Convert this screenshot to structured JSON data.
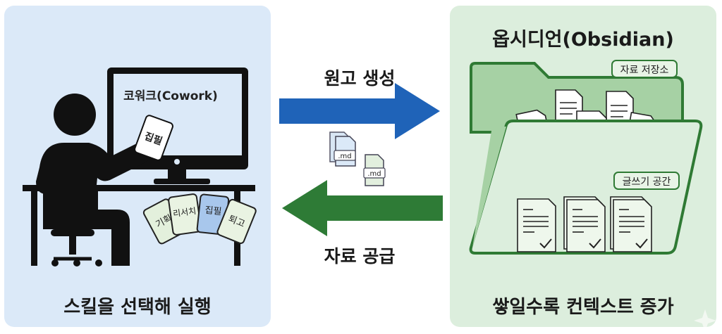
{
  "left": {
    "monitor_label": "코워크(Cowork)",
    "held_card": "집필",
    "skill_cards": [
      "기획",
      "리서치",
      "집필",
      "퇴고"
    ],
    "caption": "스킬을 선택해 실행"
  },
  "center": {
    "top_arrow_label": "원고 생성",
    "bottom_arrow_label": "자료 공급",
    "file_ext_1": ".md",
    "file_ext_2": ".md",
    "colors": {
      "top_arrow": "#1f63b8",
      "bottom_arrow": "#2e7b36"
    }
  },
  "right": {
    "title": "옵시디언(Obsidian)",
    "storage_tag": "자료 저장소",
    "writing_tag": "글쓰기 공간",
    "caption": "쌓일수록 컨텍스트 증가"
  },
  "icons": [
    "person-at-desk-icon",
    "monitor-icon",
    "skill-card-icon",
    "arrow-right-icon",
    "arrow-left-icon",
    "md-file-icon",
    "folder-icon",
    "document-icon",
    "checked-document-icon",
    "sparkle-icon"
  ]
}
